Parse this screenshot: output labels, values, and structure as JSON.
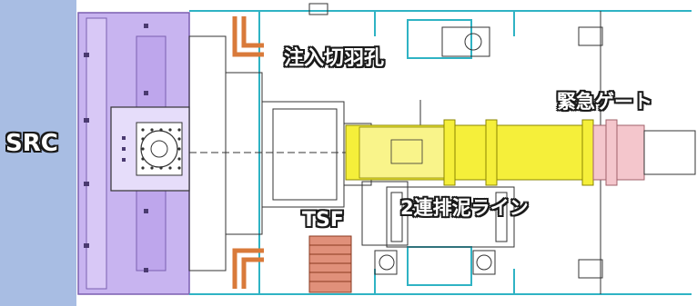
{
  "labels": {
    "src": "SRC",
    "injection": "注入切羽孔",
    "emergency_gate": "緊急ゲート",
    "tsf": "TSF",
    "double_discharge": "2連排泥ライン"
  },
  "colors": {
    "src_band": "#a8bde3",
    "cutter_purple": "#c8b4f0",
    "outline_cyan": "#2fb3c4",
    "pipe_yellow": "#f5ef3a",
    "gate_pink": "#f4c6cc",
    "tsf_red": "#e0907a",
    "injection_orange": "#d97a3a"
  }
}
